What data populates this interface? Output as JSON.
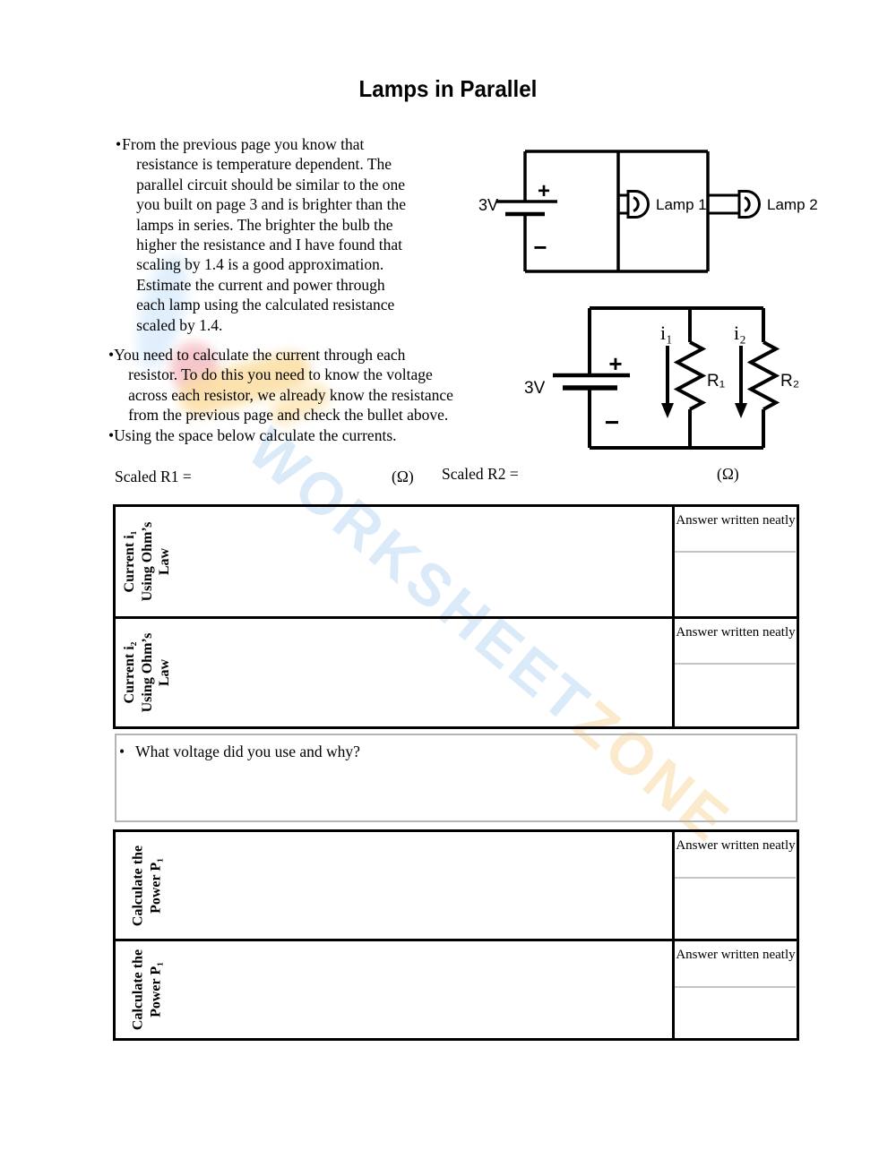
{
  "title": "Lamps in Parallel",
  "bullet1": {
    "marker": "•",
    "lines": [
      "From the previous page you know that",
      "resistance is temperature dependent. The",
      "parallel circuit should be similar to the one",
      "you built on page 3 and is brighter than the",
      "lamps in series. The brighter the bulb the",
      "higher the resistance and I have found that",
      "scaling by 1.4 is a good approximation.",
      "Estimate the current and power through",
      "each lamp using the calculated resistance",
      "scaled by 1.4."
    ]
  },
  "bullet2": {
    "marker": "•",
    "lines": [
      "You need to calculate the current through each",
      "resistor. To do this you need to know the voltage",
      "across each resistor, we already know the resistance",
      "from the previous page and check the bullet above."
    ]
  },
  "bullet3": {
    "marker": "•",
    "lines": [
      "Using the space below calculate the currents."
    ]
  },
  "scaled_row": {
    "r1_label": "Scaled R1 =",
    "r1_unit": "(Ω)",
    "r2_label": "Scaled R2 =",
    "r2_unit": "(Ω)"
  },
  "circuit_lamps": {
    "battery_voltage": "3V",
    "plus": "+",
    "minus": "−",
    "lamp1": "Lamp 1",
    "lamp2": "Lamp 2"
  },
  "circuit_resistors": {
    "battery_voltage": "3V",
    "plus": "+",
    "minus": "−",
    "i1": "i₁",
    "i2": "i₂",
    "r1": "R₁",
    "r2": "R₂"
  },
  "worktable": {
    "answer_note": "Answer written neatly",
    "rows": {
      "current_i1": {
        "label_line1": "Current i₁",
        "label_line2": "Using Ohm’s",
        "label_line3": "Law"
      },
      "current_i2": {
        "label_line1": "Current i₂",
        "label_line2": "Using Ohm’s",
        "label_line3": "Law"
      },
      "power_p1": {
        "label_line1": "Calculate the",
        "label_line2": "Power P₁"
      },
      "power_p2": {
        "label_line1": "Calculate the",
        "label_line2": "Power P₁"
      }
    },
    "voltage_question": {
      "marker": "•",
      "text": "What voltage did you use and why?"
    }
  },
  "watermark": {
    "text_primary": "WORKSHEET",
    "text_secondary": "ZONE",
    "color_primary": "#cfe4f8",
    "color_secondary": "#fbe3bd"
  }
}
